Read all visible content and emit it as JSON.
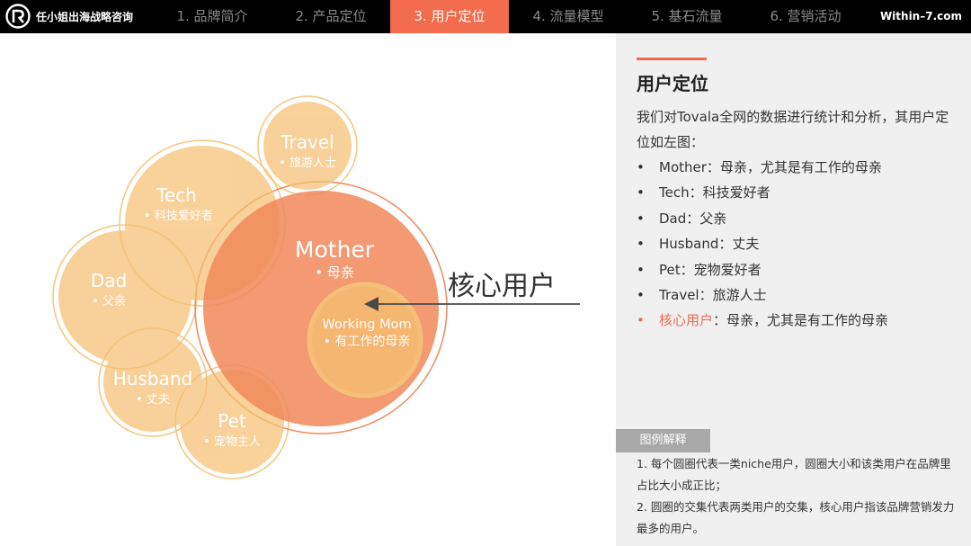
{
  "header": {
    "brand_name": "任小姐出海战略咨询",
    "site_url": "Within–7.com",
    "tabs": [
      {
        "label": "1. 品牌简介",
        "active": false
      },
      {
        "label": "2. 产品定位",
        "active": false
      },
      {
        "label": "3. 用户定位",
        "active": true
      },
      {
        "label": "4. 流量模型",
        "active": false
      },
      {
        "label": "5. 基石流量",
        "active": false
      },
      {
        "label": "6. 营销活动",
        "active": false
      }
    ]
  },
  "diagram": {
    "core_label": "核心用户",
    "bubbles": {
      "travel": {
        "title": "Travel",
        "sub": "• 旅游人士"
      },
      "tech": {
        "title": "Tech",
        "sub": "• 科技爱好者"
      },
      "dad": {
        "title": "Dad",
        "sub": "• 父亲"
      },
      "husband": {
        "title": "Husband",
        "sub": "• 丈夫"
      },
      "pet": {
        "title": "Pet",
        "sub": "• 宠物主人"
      },
      "mother": {
        "title": "Mother",
        "sub": "• 母亲"
      },
      "working_mom": {
        "title": "Working Mom",
        "sub": "• 有工作的母亲"
      }
    }
  },
  "panel": {
    "title": "用户定位",
    "intro": "我们对Tovala全网的数据进行统计和分析，其用户定位如左图：",
    "items": [
      {
        "label": "Mother",
        "desc": "：母亲，尤其是有工作的母亲"
      },
      {
        "label": "Tech",
        "desc": "：科技爱好者"
      },
      {
        "label": "Dad",
        "desc": "：父亲"
      },
      {
        "label": "Husband",
        "desc": "：丈夫"
      },
      {
        "label": "Pet",
        "desc": "：宠物爱好者"
      },
      {
        "label": "Travel",
        "desc": "：旅游人士"
      },
      {
        "label": "核心用户",
        "desc": "：母亲，尤其是有工作的母亲"
      }
    ],
    "bullet": "•",
    "legend_title": "图例解释",
    "legend_notes": [
      "1. 每个圆圈代表一类niche用户，圆圈大小和该类用户在品牌里占比大小成正比；",
      "2. 圆圈的交集代表两类用户的交集，核心用户指该品牌营销发力最多的用户。"
    ]
  },
  "colors": {
    "accent": "#f26b4c",
    "bubble_light": "#f5c072",
    "bubble_core": "#f1885b",
    "topbar": "#000000",
    "panel_bg": "#f0f0f0"
  }
}
